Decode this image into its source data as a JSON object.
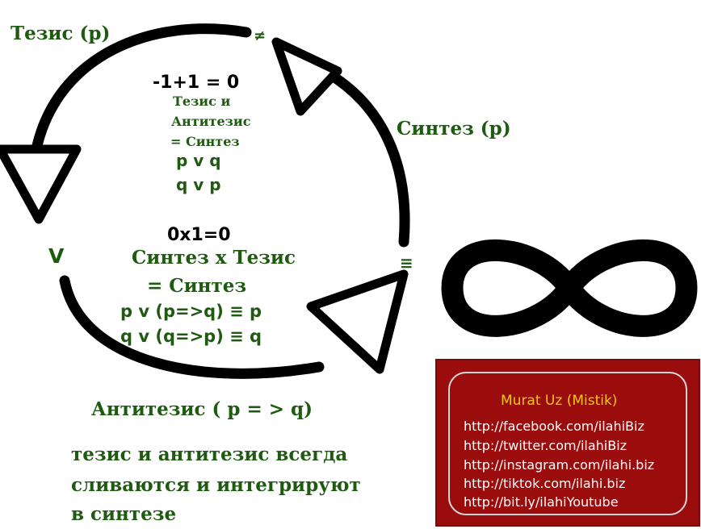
{
  "cycle": {
    "thesis_label": "Тезис (p)",
    "synthesis_label": "Синтез (p)",
    "antithesis_label": "Антитезис ( p = > q)",
    "neq_symbol": "≠",
    "or_symbol": "V",
    "equiv_symbol": "≡"
  },
  "center": {
    "equation_top": "-1+1 = 0",
    "rule_line1": "Тезис и",
    "rule_line2": "Антитезис",
    "rule_line3": "= Синтез",
    "formula1": "p v q",
    "formula2": "q v p",
    "equation_mid": "0x1=0",
    "rule2_line1": "Синтез x Тезис",
    "rule2_line2": "= Синтез",
    "formula3": "p v (p=>q) ≡ p",
    "formula4": "q v (q=>p) ≡ q"
  },
  "footer_text": {
    "line1": "тезис и антитезис всегда",
    "line2": "сливаются и интегрируют",
    "line3": "в синтезе"
  },
  "card": {
    "title": "Murat Uz (Mistik)",
    "links": [
      "http://facebook.com/ilahiBiz",
      "http://twitter.com/ilahiBiz",
      "http://instagram.com/ilahi.biz",
      "http://tiktok.com/ilahi.biz",
      "http://bit.ly/ilahiYoutube"
    ]
  },
  "colors": {
    "text_green": "#1e5a10",
    "card_red": "#9b0d0d",
    "card_title": "#f5c518"
  }
}
